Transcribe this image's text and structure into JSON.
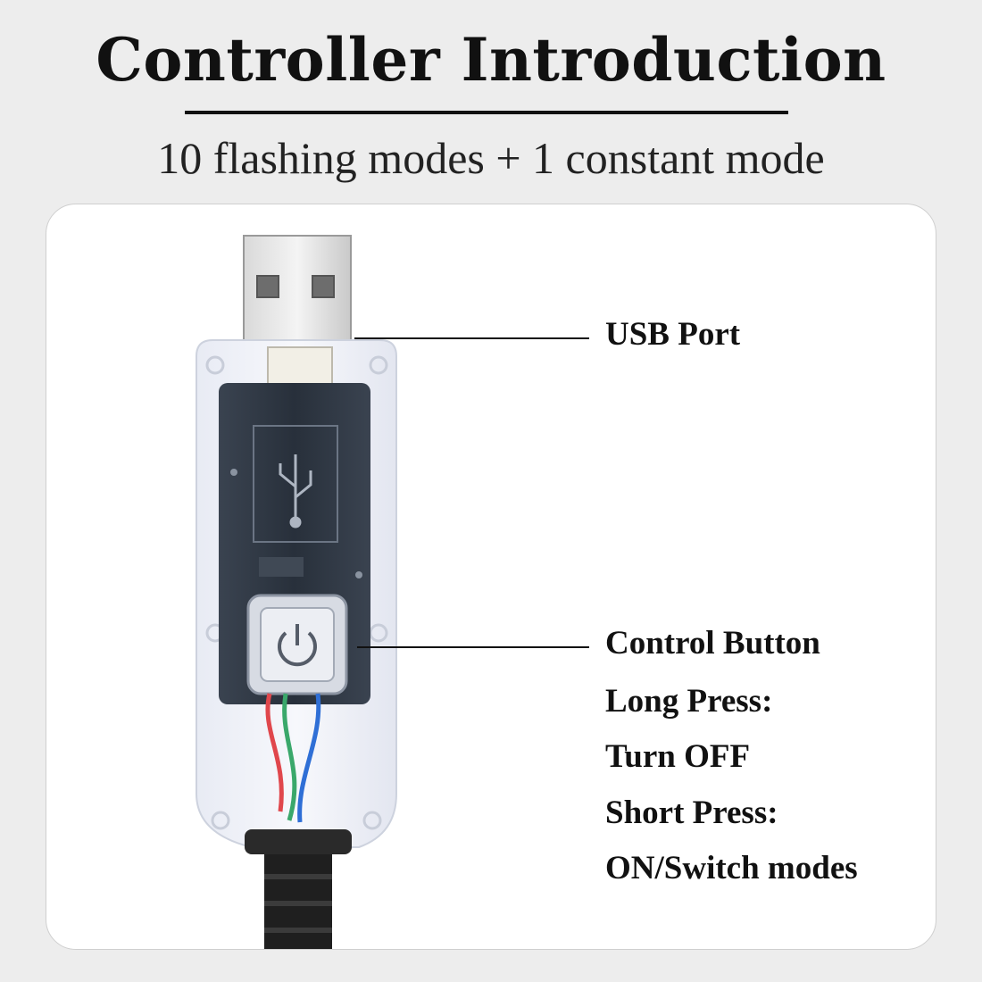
{
  "header": {
    "title": "Controller Introduction",
    "subtitle": "10 flashing modes + 1 constant mode"
  },
  "callouts": {
    "usb_port": "USB Port",
    "control_button": "Control Button",
    "long_press": "Long Press:",
    "turn_off": "Turn OFF",
    "short_press": "Short Press:",
    "on_switch": "ON/Switch modes"
  },
  "colors": {
    "background": "#ededed",
    "card": "#ffffff",
    "text": "#111111",
    "wire_red": "#e0474c",
    "wire_green": "#3aa86b",
    "wire_blue": "#2f6fd6"
  },
  "icons": [
    "usb-symbol-icon",
    "power-icon"
  ]
}
